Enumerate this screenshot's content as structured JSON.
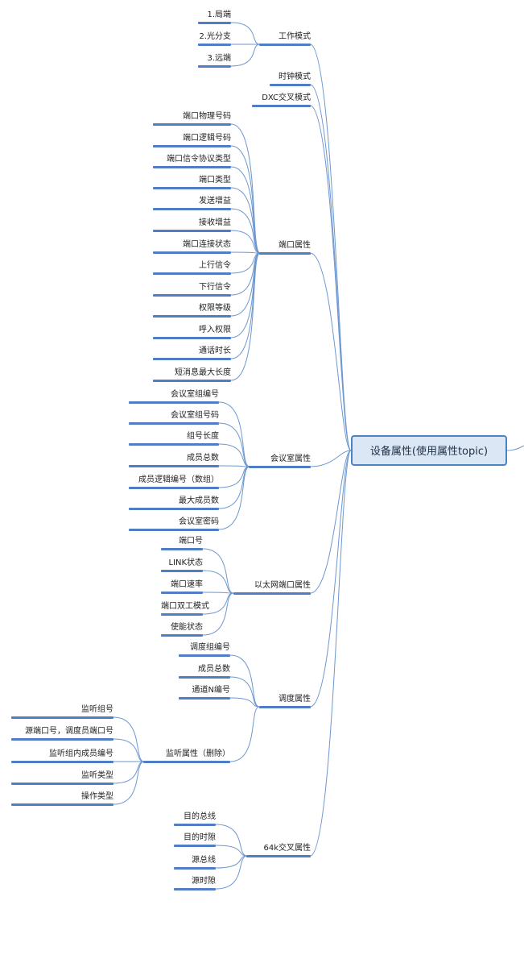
{
  "central": {
    "label": "设备属性(使用属性topic)"
  },
  "colors": {
    "line": "#6d97cf",
    "underline": "#4f7ec4",
    "central_fill": "#dce7f5",
    "central_border": "#4d83c0"
  },
  "branches": [
    {
      "label": "工作模式",
      "children": [
        "1.局端",
        "2.光分支",
        "3.远端"
      ]
    },
    {
      "label": "时钟模式",
      "children": []
    },
    {
      "label": "DXC交叉模式",
      "children": []
    },
    {
      "label": "端口属性",
      "children": [
        "端口物理号码",
        "端口逻辑号码",
        "端口信令协议类型",
        "端口类型",
        "发送增益",
        "接收增益",
        "端口连接状态",
        "上行信令",
        "下行信令",
        "权限等级",
        "呼入权限",
        "通话时长",
        "短消息最大长度"
      ]
    },
    {
      "label": "会议室属性",
      "children": [
        "会议室组编号",
        "会议室组号码",
        "组号长度",
        "成员总数",
        "成员逻辑编号（数组）",
        "最大成员数",
        "会议室密码"
      ]
    },
    {
      "label": "以太网端口属性",
      "children": [
        "端口号",
        "LINK状态",
        "端口速率",
        "端口双工模式",
        "使能状态"
      ]
    },
    {
      "label": "调度属性",
      "children": [
        "调度组编号",
        "成员总数",
        "通道N编号"
      ],
      "sub": {
        "label": "监听属性（删除）",
        "children": [
          "监听组号",
          "源端口号，调度员端口号",
          "监听组内成员编号",
          "监听类型",
          "操作类型"
        ]
      }
    },
    {
      "label": "64k交叉属性",
      "children": [
        "目的总线",
        "目的时隙",
        "源总线",
        "源时隙"
      ]
    }
  ]
}
